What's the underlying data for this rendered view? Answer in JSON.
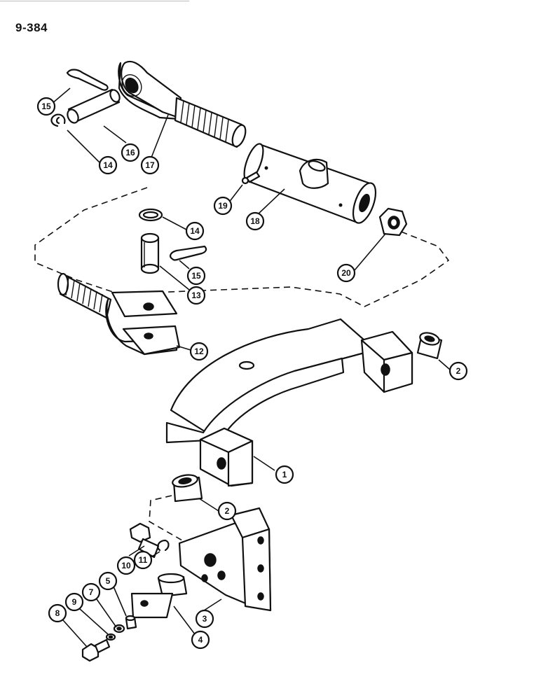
{
  "page": {
    "title": "9-384"
  },
  "callouts": [
    {
      "id": "c15a",
      "label": "15"
    },
    {
      "id": "c16",
      "label": "16"
    },
    {
      "id": "c14a",
      "label": "14"
    },
    {
      "id": "c17",
      "label": "17"
    },
    {
      "id": "c19",
      "label": "19"
    },
    {
      "id": "c18",
      "label": "18"
    },
    {
      "id": "c14b",
      "label": "14"
    },
    {
      "id": "c15b",
      "label": "15"
    },
    {
      "id": "c13",
      "label": "13"
    },
    {
      "id": "c20",
      "label": "20"
    },
    {
      "id": "c12",
      "label": "12"
    },
    {
      "id": "c2a",
      "label": "2"
    },
    {
      "id": "c1",
      "label": "1"
    },
    {
      "id": "c2b",
      "label": "2"
    },
    {
      "id": "c10",
      "label": "10"
    },
    {
      "id": "c11",
      "label": "11"
    },
    {
      "id": "c5",
      "label": "5"
    },
    {
      "id": "c7",
      "label": "7"
    },
    {
      "id": "c9",
      "label": "9"
    },
    {
      "id": "c8",
      "label": "8"
    },
    {
      "id": "c3",
      "label": "3"
    },
    {
      "id": "c4",
      "label": "4"
    }
  ]
}
